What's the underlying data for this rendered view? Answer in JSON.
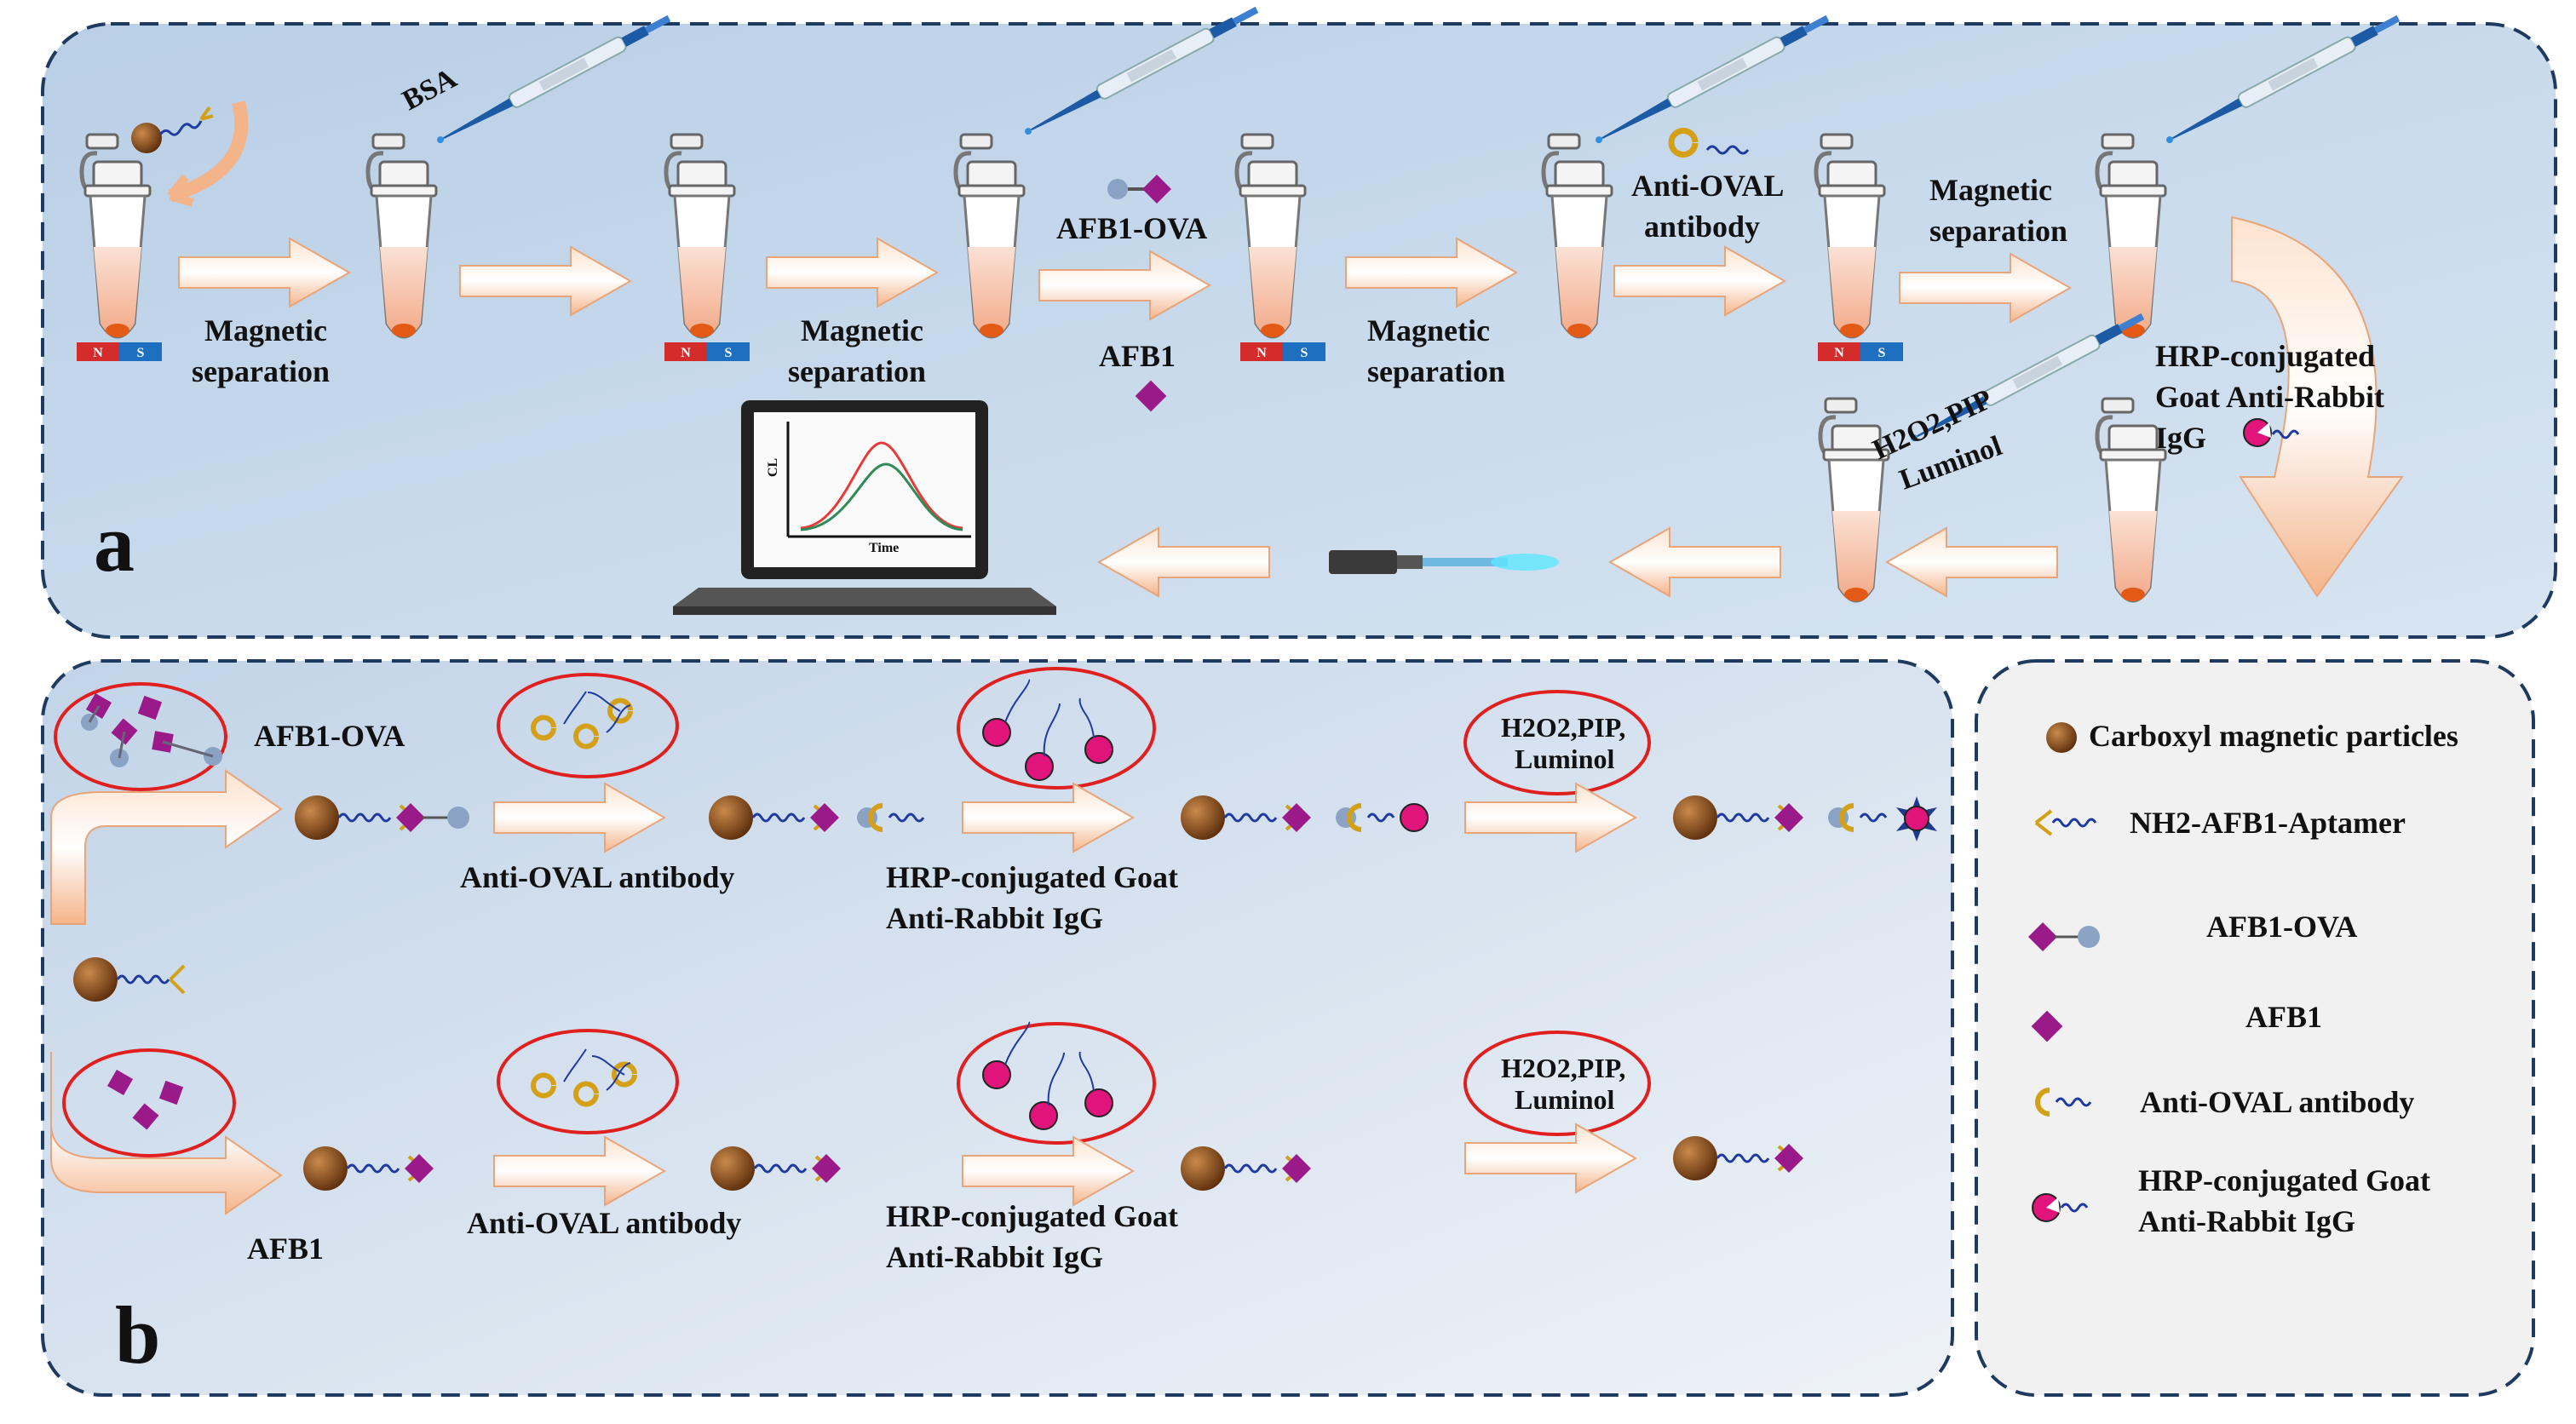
{
  "panel_a": {
    "letter": "a",
    "bsa": "BSA",
    "mag_sep": [
      "Magnetic",
      "separation"
    ],
    "afb1_ova": "AFB1-OVA",
    "afb1": "AFB1",
    "anti_ova": [
      "Anti-OVAL",
      "antibody"
    ],
    "hrp": [
      "HRP-conjugated",
      "Goat Anti-Rabbit",
      "IgG"
    ],
    "reagents": [
      "H2O2,PIP",
      "Luminol"
    ],
    "magnet_n": "N",
    "magnet_s": "S",
    "graph_ylabel": "CL",
    "graph_xlabel": "Time"
  },
  "panel_b": {
    "letter": "b",
    "row1": {
      "target_label": "AFB1-OVA",
      "antibody": "Anti-OVAL antibody",
      "hrp": [
        "HRP-conjugated Goat",
        "Anti-Rabbit IgG"
      ],
      "reagents": [
        "H2O2,PIP,",
        "Luminol"
      ]
    },
    "row2": {
      "target_label": "AFB1",
      "antibody": "Anti-OVAL antibody",
      "hrp": [
        "HRP-conjugated Goat",
        "Anti-Rabbit IgG"
      ],
      "reagents": [
        "H2O2,PIP,",
        "Luminol"
      ]
    }
  },
  "legend": {
    "items": [
      "Carboxyl magnetic particles",
      "NH2-AFB1-Aptamer",
      "AFB1-OVA",
      "AFB1",
      "Anti-OVAL antibody",
      [
        "HRP-conjugated Goat",
        "Anti-Rabbit IgG"
      ]
    ]
  },
  "colors": {
    "panel_border": "#1f3a5f",
    "particle": "#8b4a1c",
    "aptamer": "#1f3aa0",
    "afb1": "#9b1a8a",
    "ova": "#8aa3c4",
    "antibody": "#d4a017",
    "hrp": "#e0147a",
    "ellipse": "#e0201f",
    "arrow": "#f6c6a5"
  }
}
